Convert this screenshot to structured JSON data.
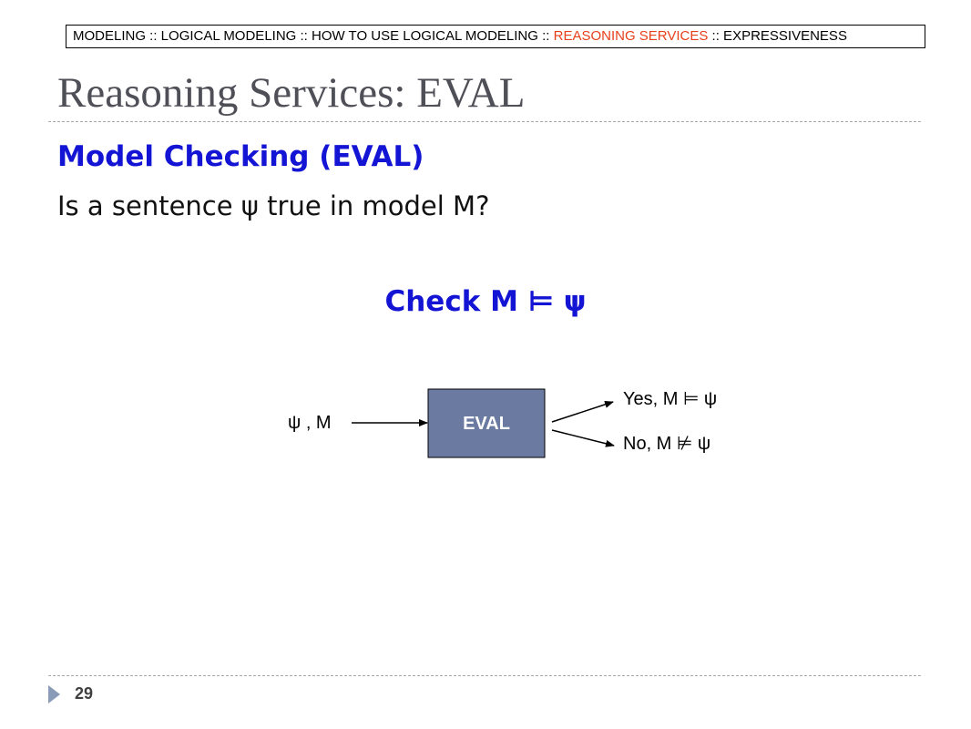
{
  "breadcrumb": {
    "part1": "MODELING :: LOGICAL MODELING :: HOW TO USE LOGICAL MODELING :: ",
    "highlight": "REASONING SERVICES",
    "part2": " :: EXPRESSIVENESS"
  },
  "slide": {
    "title": "Reasoning Services: EVAL",
    "subheading": "Model Checking (EVAL)",
    "body": "Is a sentence ψ true in model M?",
    "check": "Check M ⊨ ψ"
  },
  "diagram": {
    "input_label": "ψ , M",
    "box_label": "EVAL",
    "yes_label": "Yes, M ⊨ ψ",
    "no_label": "No, M ⊭ ψ"
  },
  "footer": {
    "page_number": "29"
  },
  "colors": {
    "accent_blue": "#1414d4",
    "breadcrumb_highlight": "#e8401c",
    "box_fill": "#6b7aa0",
    "title_gray": "#4f4f57",
    "footer_arrow": "#8a9bb8"
  }
}
